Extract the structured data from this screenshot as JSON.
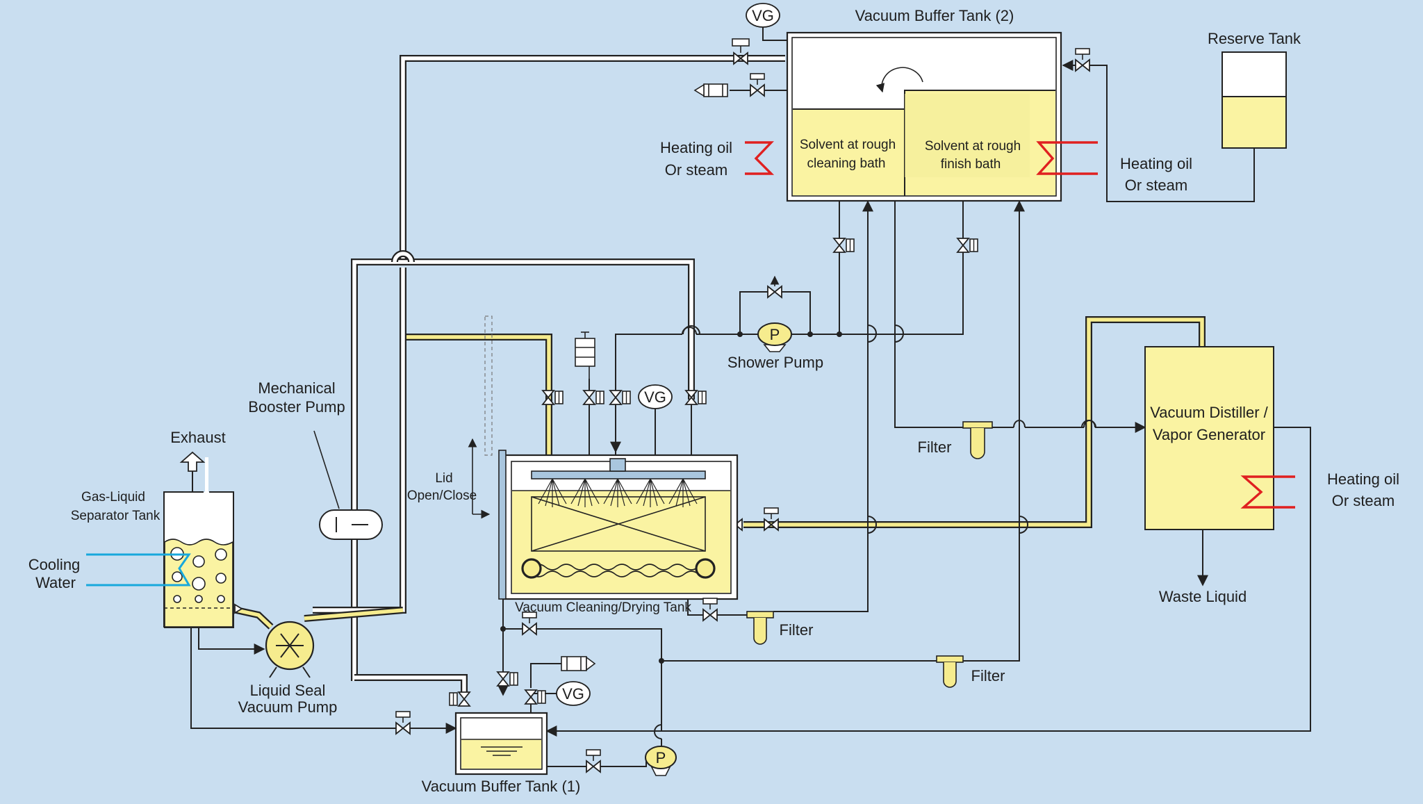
{
  "labels": {
    "vacuum_buffer_tank_2": "Vacuum Buffer Tank (2)",
    "reserve_tank": "Reserve Tank",
    "heating_left_1": "Heating oil",
    "heating_left_2": "Or steam",
    "heating_right_1": "Heating oil",
    "heating_right_2": "Or steam",
    "heating_distiller_1": "Heating oil",
    "heating_distiller_2": "Or steam",
    "solvent_cleaning_1": "Solvent at rough",
    "solvent_cleaning_2": "cleaning bath",
    "solvent_finish_1": "Solvent at rough",
    "solvent_finish_2": "finish bath",
    "shower_pump": "Shower Pump",
    "mechanical_booster_1": "Mechanical",
    "mechanical_booster_2": "Booster Pump",
    "exhaust": "Exhaust",
    "gas_liquid_1": "Gas-Liquid",
    "gas_liquid_2": "Separator Tank",
    "cooling_1": "Cooling",
    "cooling_2": "Water",
    "lid_1": "Lid",
    "lid_2": "Open/Close",
    "cleaning_tank": "Vacuum Cleaning/Drying Tank",
    "filter_1": "Filter",
    "filter_2": "Filter",
    "filter_3": "Filter",
    "distiller_1": "Vacuum Distiller /",
    "distiller_2": "Vapor Generator",
    "waste_liquid": "Waste Liquid",
    "liquid_seal_1": "Liquid Seal",
    "liquid_seal_2": "Vacuum Pump",
    "vacuum_buffer_tank_1": "Vacuum Buffer Tank (1)",
    "vg_top": "VG",
    "vg_main": "VG",
    "vg_bottom": "VG",
    "pump_shower": "P",
    "pump_bottom": "P"
  },
  "colors": {
    "background": "#c9def0",
    "liquid": "#faf3a2",
    "heating_coil": "#e02020",
    "cooling_water": "#18a8dc"
  }
}
